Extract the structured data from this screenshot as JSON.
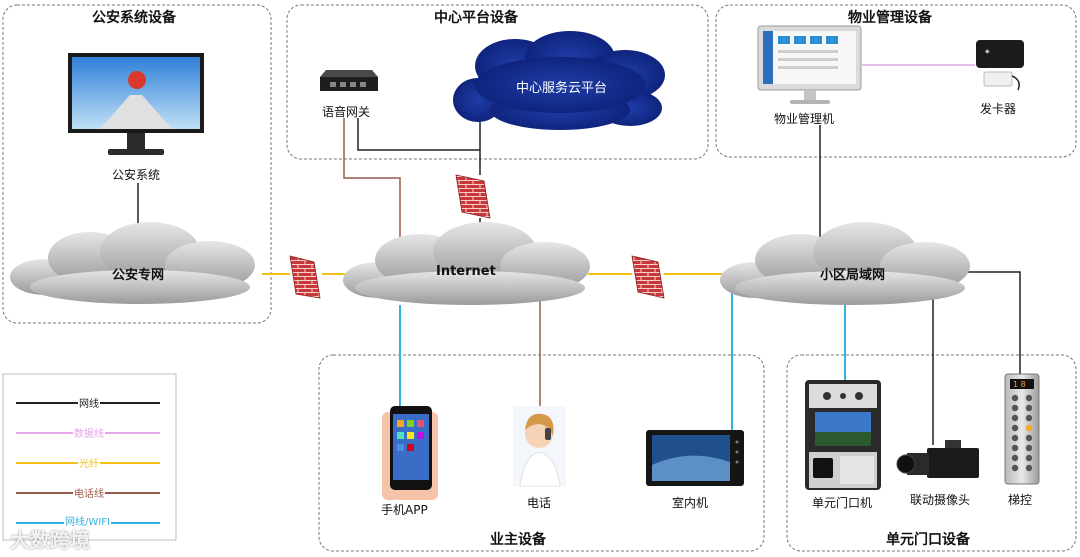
{
  "groups": {
    "police": "公安系统设备",
    "center": "中心平台设备",
    "property": "物业管理设备",
    "owner": "业主设备",
    "unit": "单元门口设备"
  },
  "clouds": {
    "police_net": "公安专网",
    "internet": "Internet",
    "community_lan": "小区局域网",
    "cloud_platform": "中心服务云平台"
  },
  "devices": {
    "police_system": "公安系统",
    "voice_gateway": "语音网关",
    "property_pc": "物业管理机",
    "card_issuer": "发卡器",
    "mobile_app": "手机APP",
    "phone": "电话",
    "indoor_unit": "室内机",
    "door_station": "单元门口机",
    "camera": "联动摄像头",
    "elevator": "梯控"
  },
  "legend": [
    {
      "label": "网线",
      "color": "#222222"
    },
    {
      "label": "数据线",
      "color": "#e4a6e8"
    },
    {
      "label": "光纤",
      "color": "#f2c21b"
    },
    {
      "label": "电话线",
      "color": "#9a5a4b"
    },
    {
      "label": "网线/WIFI",
      "color": "#35b3e0"
    }
  ],
  "watermark": "大数跨境",
  "colors": {
    "network": "#222222",
    "data": "#e4a6e8",
    "fiber": "#f2c21b",
    "phone": "#9a5a4b",
    "wifi": "#35b3e0",
    "firewall": "#c8383a"
  }
}
